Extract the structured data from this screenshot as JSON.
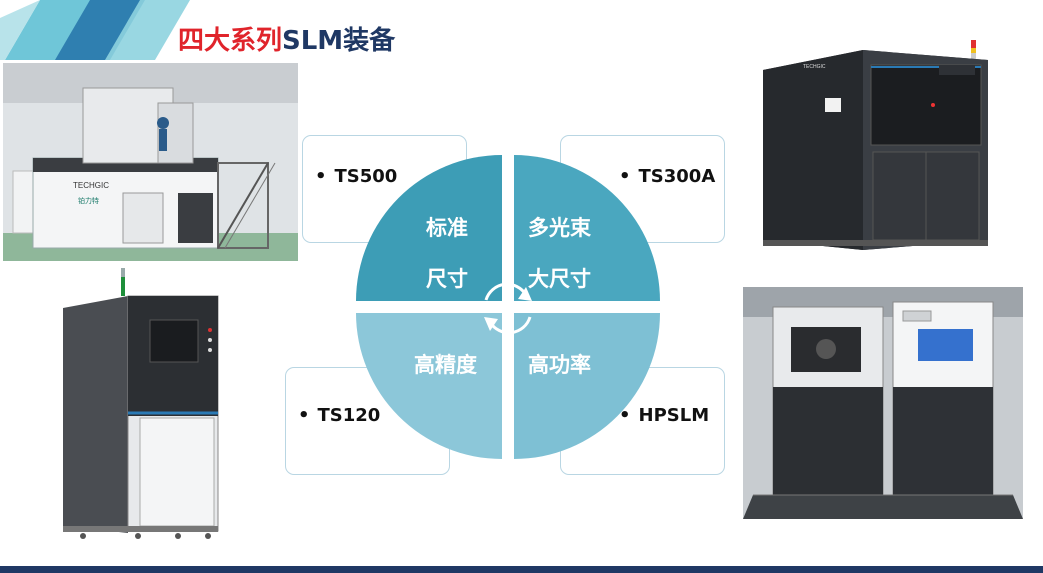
{
  "title": {
    "red_part": "四大系列",
    "navy_part": "SLM装备"
  },
  "quadrants": [
    {
      "line1": "标准",
      "line2": "尺寸"
    },
    {
      "line1": "多光束",
      "line2": "大尺寸"
    },
    {
      "line1": "高精度"
    },
    {
      "line1": "高功率"
    }
  ],
  "callouts": [
    {
      "bullet": "•",
      "model": "TS500"
    },
    {
      "bullet": "•",
      "model": "TS300A"
    },
    {
      "bullet": "•",
      "model": "TS120"
    },
    {
      "bullet": "•",
      "model": "HPSLM"
    }
  ],
  "colors": {
    "title_red": "#e0242b",
    "title_navy": "#1f3864",
    "quad_top": "#3d9db6",
    "quad_bottom": "#86c5d8",
    "callout_border": "#b9d6e3"
  },
  "photos": {
    "large_machine_brand": "TECHGIC",
    "large_machine_sub": "铂力特",
    "ts300a_brand": "TECHGIC"
  },
  "icons": [
    "cycle-arrows-icon"
  ]
}
